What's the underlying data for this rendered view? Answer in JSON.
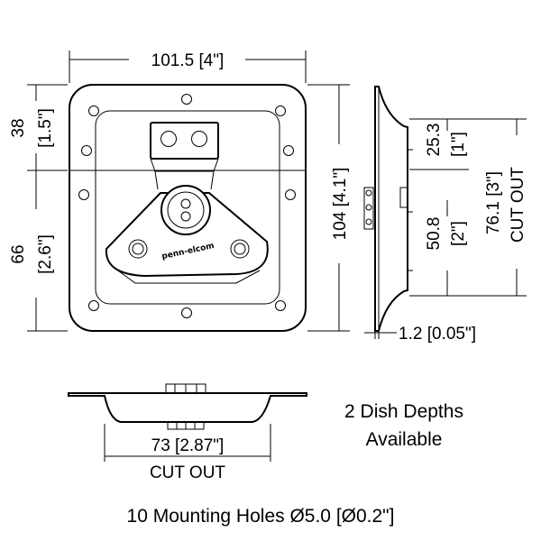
{
  "dimensions": {
    "overall_width": "101.5 [4\"]",
    "top_section_mm": "38",
    "top_section_in": "[1.5\"]",
    "bottom_section_mm": "66",
    "bottom_section_in": "[2.6\"]",
    "overall_height": "104 [4.1\"]",
    "side_top_mm": "25.3",
    "side_top_in": "[1\"]",
    "side_mid_mm": "50.8",
    "side_mid_in": "[2\"]",
    "cutout_height": "76.1 [3\"]",
    "cutout_height_label": "CUT OUT",
    "thickness": "1.2 [0.05\"]",
    "cutout_width": "73 [2.87\"]",
    "cutout_width_label": "CUT OUT"
  },
  "notes": {
    "dish_depths_line1": "2 Dish Depths",
    "dish_depths_line2": "Available",
    "mounting_holes": "10 Mounting Holes Ø5.0 [Ø0.2\"]"
  },
  "logo": {
    "brand": "penn-elcom"
  }
}
